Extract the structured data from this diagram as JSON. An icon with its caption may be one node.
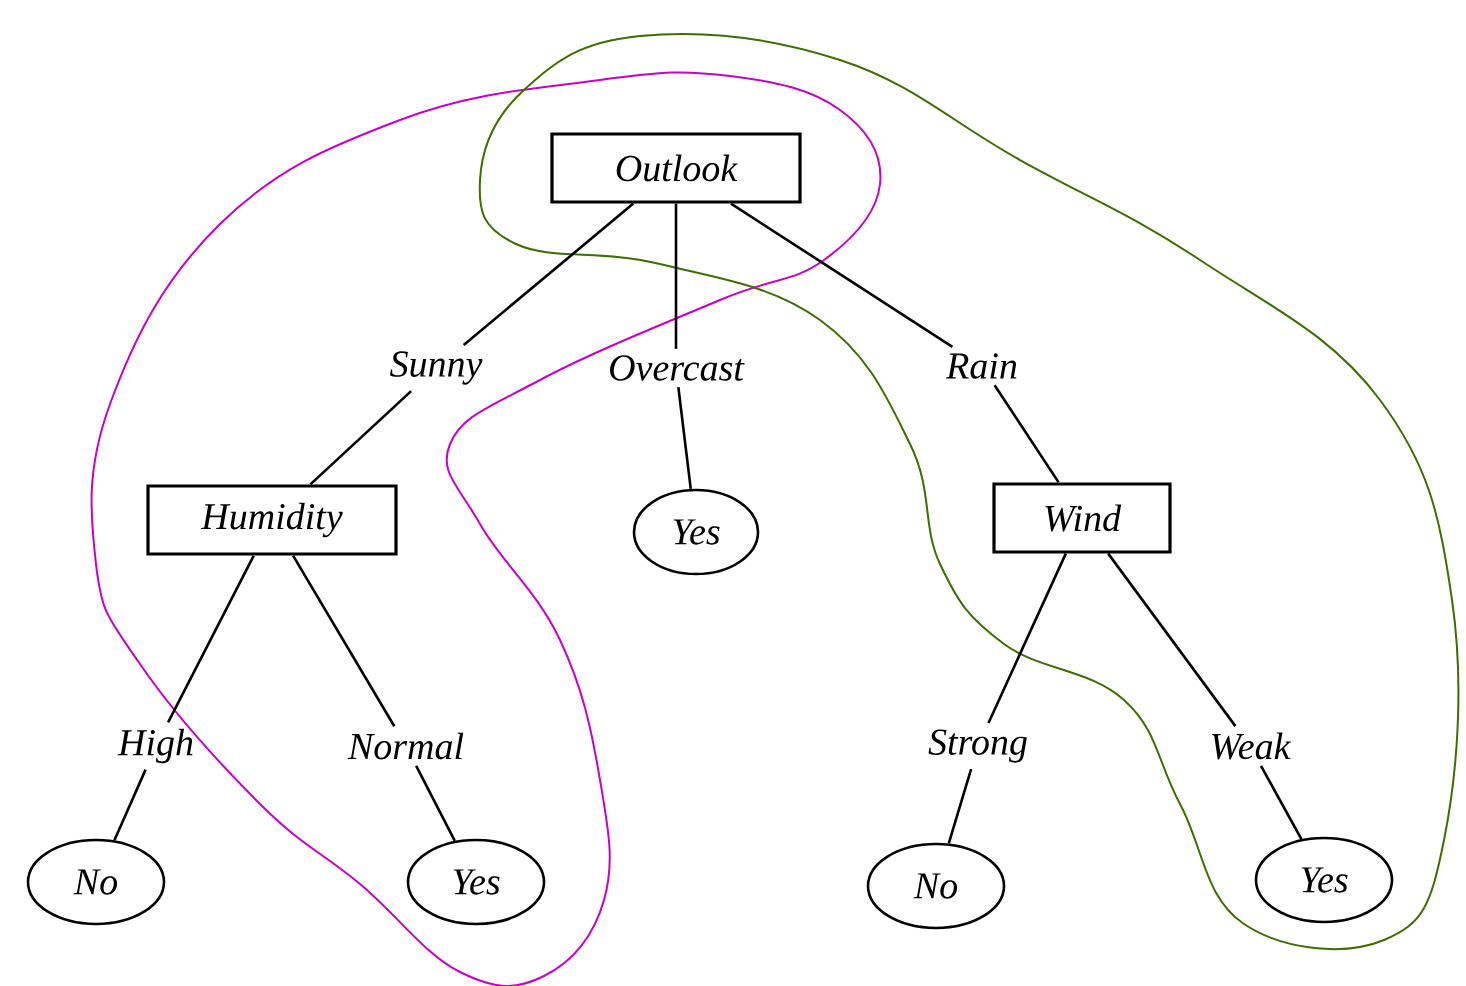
{
  "diagram": {
    "nodes": [
      {
        "text": [
          "Outlook"
        ]
      },
      {
        "text": [
          "Sunny"
        ]
      },
      {
        "text": [
          "Overcast"
        ]
      },
      {
        "text": [
          "Rain"
        ]
      },
      {
        "text": [
          "Humidity"
        ]
      },
      {
        "text": [
          "Yes"
        ]
      },
      {
        "text": [
          "Wind"
        ]
      },
      {
        "text": [
          "High"
        ]
      },
      {
        "text": [
          "Normal"
        ]
      },
      {
        "text": [
          "Strong"
        ]
      },
      {
        "text": [
          "Weak"
        ]
      },
      {
        "text": [
          "No"
        ]
      },
      {
        "text": [
          "Yes"
        ]
      },
      {
        "text": [
          "No"
        ]
      },
      {
        "text": [
          "Yes"
        ]
      }
    ],
    "edges": [
      {
        "from": 0,
        "to": 1,
        "arrow": "none"
      },
      {
        "from": 0,
        "to": 2,
        "arrow": "none"
      },
      {
        "from": 0,
        "to": 3,
        "arrow": "none"
      },
      {
        "from": 1,
        "to": 4,
        "arrow": "none"
      },
      {
        "from": 2,
        "to": 5,
        "arrow": "none"
      },
      {
        "from": 3,
        "to": 6,
        "arrow": "none"
      },
      {
        "from": 4,
        "to": 7,
        "arrow": "none"
      },
      {
        "from": 4,
        "to": 8,
        "arrow": "none"
      },
      {
        "from": 6,
        "to": 9,
        "arrow": "none"
      },
      {
        "from": 6,
        "to": 10,
        "arrow": "none"
      },
      {
        "from": 7,
        "to": 11,
        "arrow": "none"
      },
      {
        "from": 8,
        "to": 12,
        "arrow": "none"
      },
      {
        "from": 9,
        "to": 13,
        "arrow": "none"
      },
      {
        "from": 10,
        "to": 14,
        "arrow": "none"
      }
    ]
  }
}
